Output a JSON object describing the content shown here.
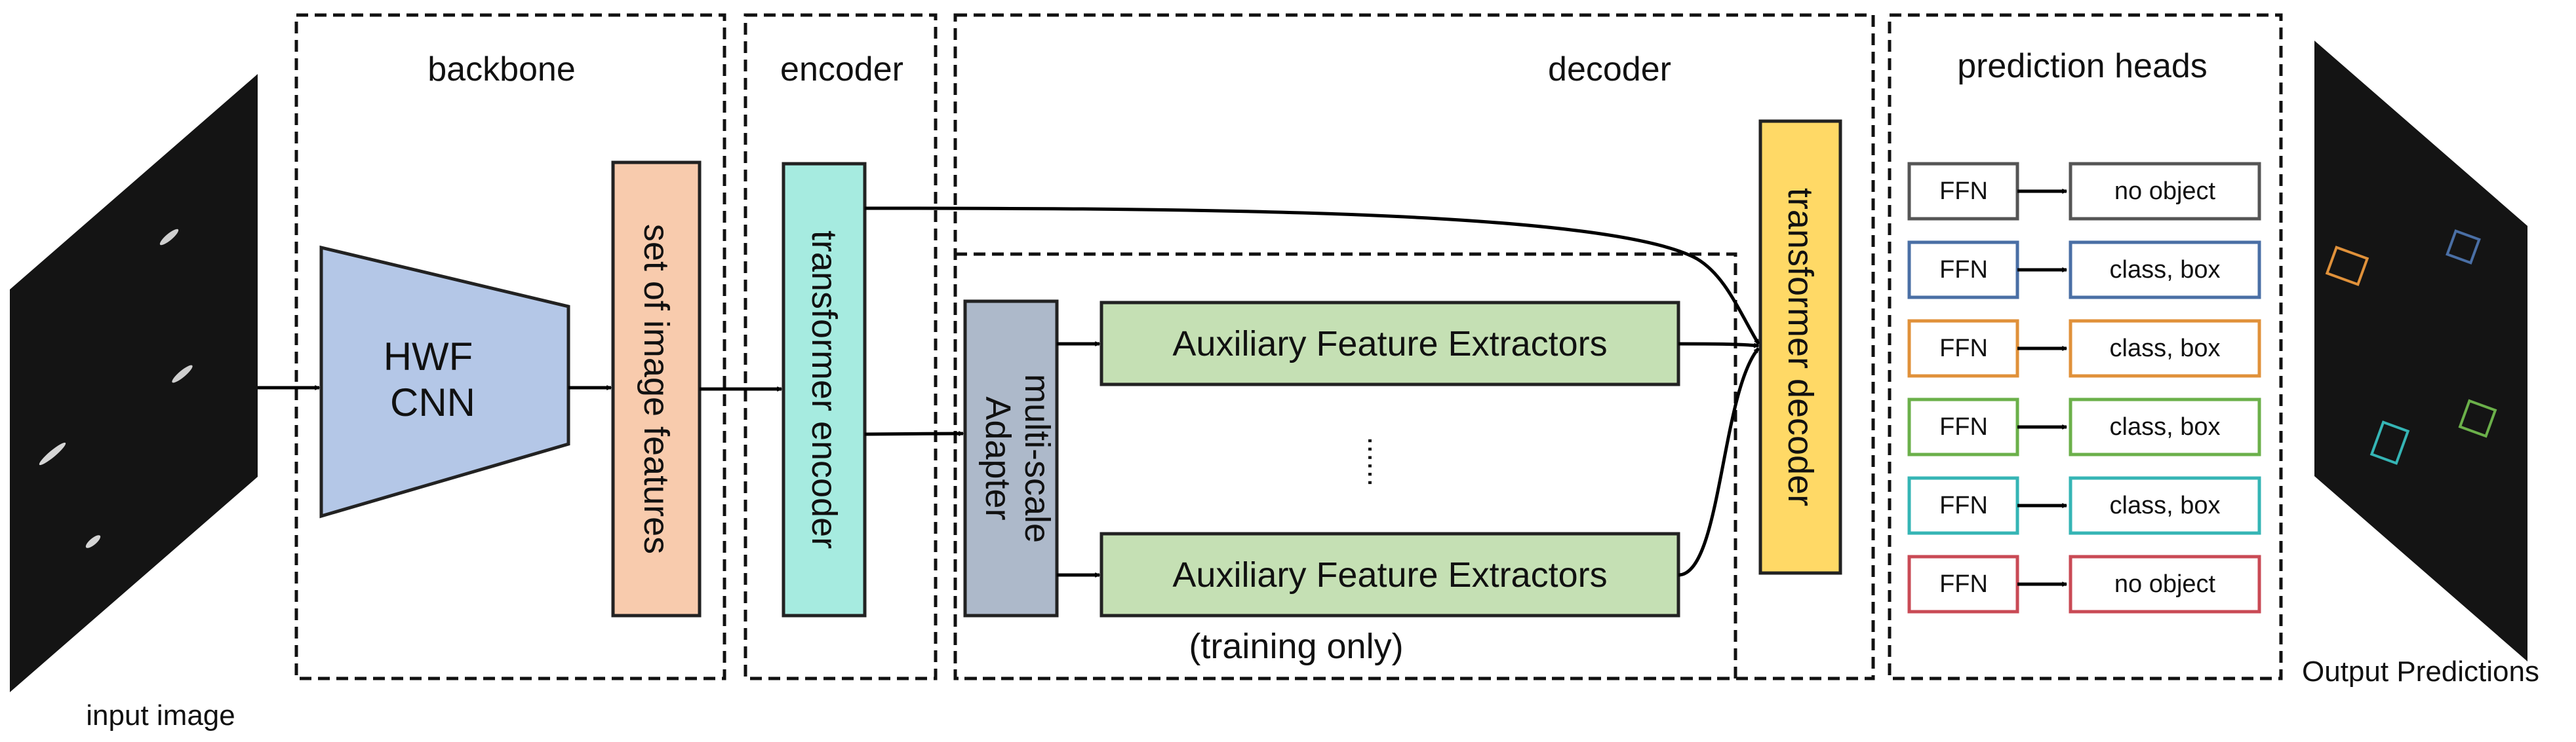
{
  "sections": {
    "backbone": "backbone",
    "encoder": "encoder",
    "decoder": "decoder",
    "prediction_heads": "prediction heads"
  },
  "blocks": {
    "cnn_line1": "HWF",
    "cnn_line2": "CNN",
    "image_features": "set of image features",
    "transformer_encoder": "transformer encoder",
    "adapter_line1": "multi-scale",
    "adapter_line2": "Adapter",
    "aux_extractor_top": "Auxiliary Feature Extractors",
    "aux_extractor_bottom": "Auxiliary Feature Extractors",
    "ellipsis": "......",
    "training_only": "(training only)",
    "transformer_decoder": "transformer decoder"
  },
  "heads": [
    {
      "ffn": "FFN",
      "output": "no object",
      "color": "#555555"
    },
    {
      "ffn": "FFN",
      "output": "class, box",
      "color": "#4a6fa5"
    },
    {
      "ffn": "FFN",
      "output": "class, box",
      "color": "#e0913a"
    },
    {
      "ffn": "FFN",
      "output": "class, box",
      "color": "#6bb04a"
    },
    {
      "ffn": "FFN",
      "output": "class, box",
      "color": "#35b5b5"
    },
    {
      "ffn": "FFN",
      "output": "no object",
      "color": "#c94a55"
    }
  ],
  "captions": {
    "input": "input image",
    "output": "Output Predictions"
  },
  "colors": {
    "cnn": "#b4c7e7",
    "image_features": "#f8cbad",
    "transformer_encoder": "#a6ebe0",
    "adapter": "#adb9ca",
    "aux_extractor": "#c5e0b4",
    "transformer_decoder": "#ffd966"
  }
}
